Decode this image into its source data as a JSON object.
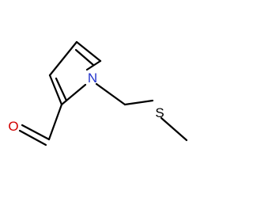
{
  "molecule": {
    "atoms": {
      "nitrogen": {
        "label": "N",
        "color": "#2233cc"
      },
      "sulfur": {
        "label": "S",
        "color": "#000000"
      },
      "oxygen": {
        "label": "O",
        "color": "#d20000"
      }
    },
    "bond_color": "#000000"
  }
}
